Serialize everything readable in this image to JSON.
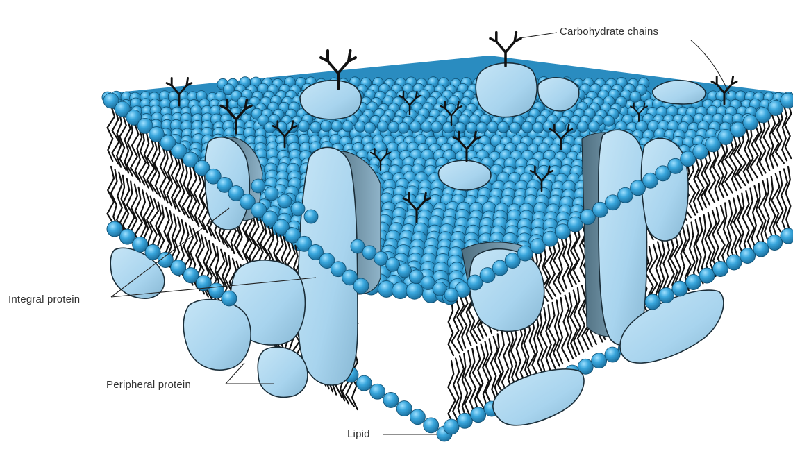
{
  "labels": {
    "carbohydrate": "Carbohydrate chains",
    "integral": "Integral protein",
    "peripheral": "Peripheral protein",
    "lipid": "Lipid"
  },
  "colors": {
    "background": "#ffffff",
    "lipid_head": "#39a6dc",
    "lipid_head_shadow": "#1b6e9c",
    "protein": "#a8d4ee",
    "protein_shadow": "#6f97ad",
    "tail": "#111111",
    "label_text": "#333333"
  },
  "icons": {
    "carbohydrate": "branched-chain-glyph",
    "lipid": "phospholipid-glyph"
  }
}
